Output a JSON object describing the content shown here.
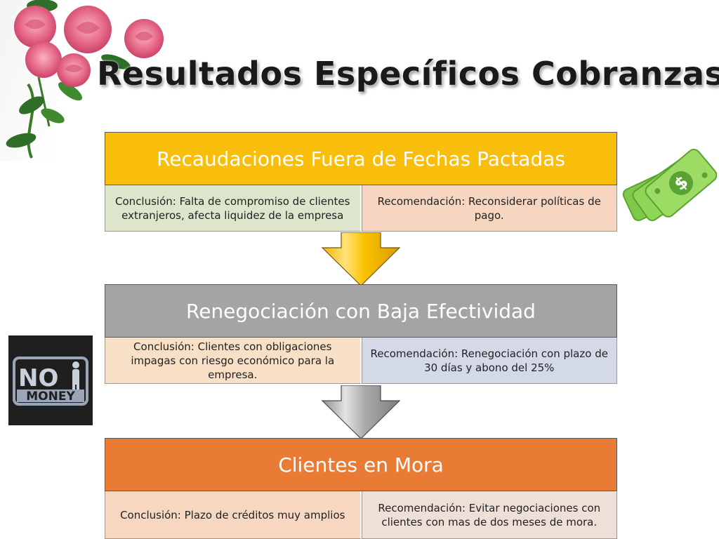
{
  "slide": {
    "title": "Resultados Específicos Cobranzas"
  },
  "blocks": [
    {
      "header": "Recaudaciones Fuera de Fechas Pactadas",
      "conclusion": "Conclusión: Falta de compromiso de clientes extranjeros, afecta liquidez de la empresa",
      "recommendation": "Recomendación: Reconsiderar políticas de pago."
    },
    {
      "header": "Renegociación con Baja Efectividad",
      "conclusion": "Conclusión: Clientes con obligaciones impagas con riesgo económico para la empresa.",
      "recommendation": "Recomendación:  Renegociación con plazo de 30 días y abono del 25%"
    },
    {
      "header": "Clientes en Mora",
      "conclusion": "Conclusión: Plazo de créditos muy amplios",
      "recommendation": "Recomendación:  Evitar negociaciones con clientes con mas de dos meses de mora."
    }
  ],
  "images": {
    "no_money_sign": {
      "line1": "NO",
      "line2": "MONEY"
    },
    "dollar_glyph": "$"
  },
  "colors": {
    "block1_header": "#f9bd0c",
    "block2_header": "#a4a4a4",
    "block3_header": "#ea7b35",
    "arrow1": "#f9c200",
    "arrow2": "#a8a8a8"
  }
}
